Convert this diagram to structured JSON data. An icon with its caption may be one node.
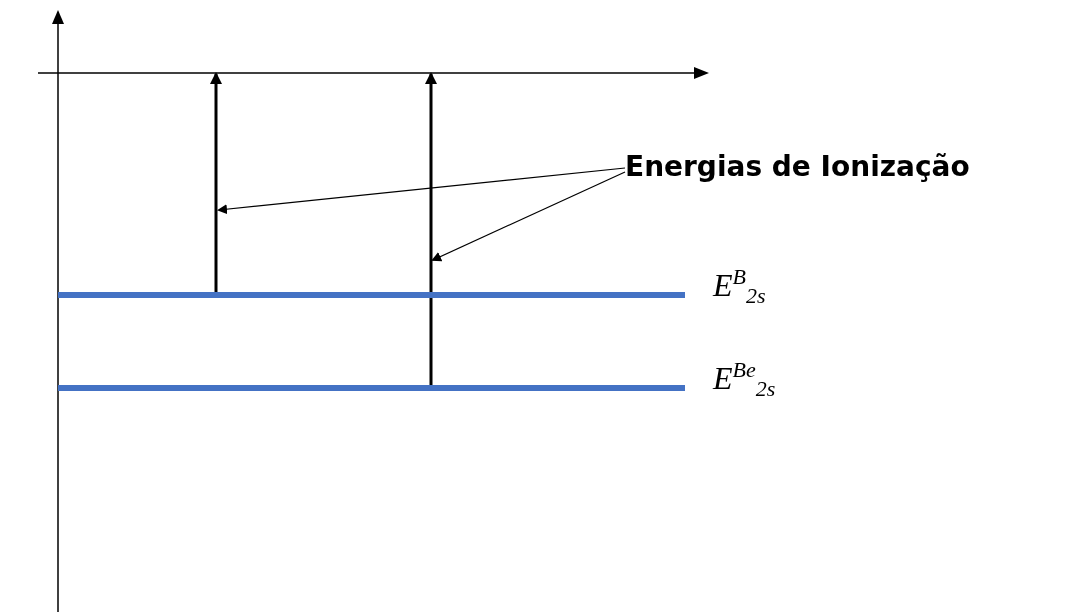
{
  "diagram": {
    "nodes": [
      {
        "text": [
          "Energias de Ionização"
        ]
      },
      {
        "text": [],
        "shape": "bar",
        "beside": [
          "E$^{B}$$_{2s}$"
        ]
      },
      {
        "text": [],
        "shape": "bar",
        "beside": [
          "E$^{Be}$$_{2s}$"
        ]
      }
    ],
    "edges": [
      {
        "from": 1,
        "to": null,
        "arrow": "to",
        "style": "thick"
      },
      {
        "from": 2,
        "to": null,
        "arrow": "to",
        "style": "thick"
      },
      {
        "from": 0,
        "to": null,
        "arrow": "to"
      },
      {
        "from": 0,
        "to": null,
        "arrow": "to"
      }
    ]
  }
}
